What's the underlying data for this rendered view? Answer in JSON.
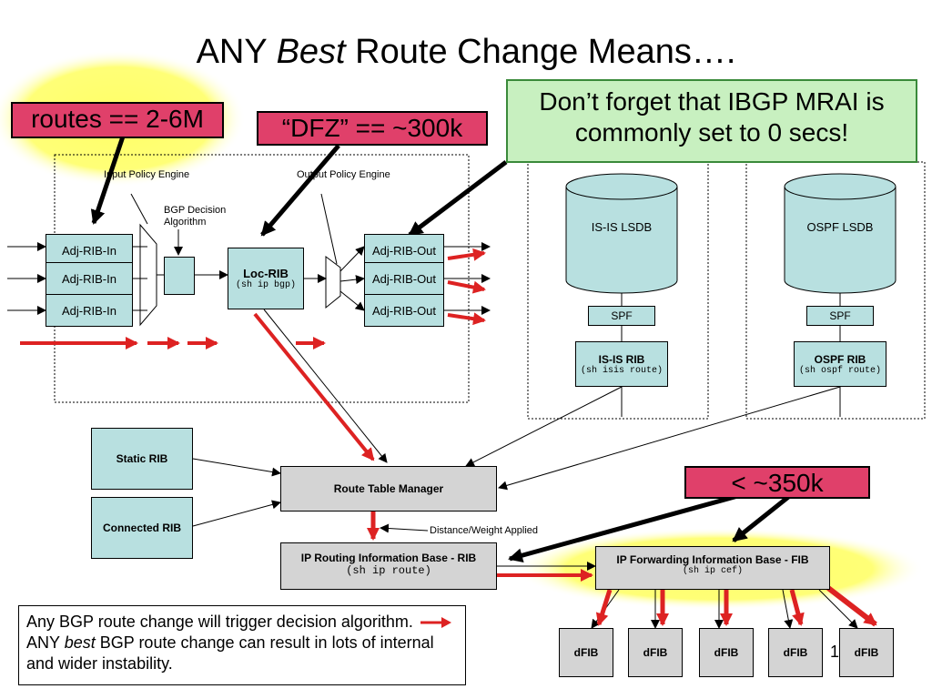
{
  "title": {
    "prefix": "ANY ",
    "emph": "Best",
    "suffix": " Route Change Means…."
  },
  "callouts": {
    "routes": "routes == 2-6M",
    "dfz": "“DFZ” == ~300k",
    "mrai": "Don’t forget that IBGP MRAI is commonly set to 0 secs!",
    "fib_count": "< ~350k"
  },
  "bgp": {
    "input_policy": "Input Policy Engine",
    "output_policy": "Output Policy Engine",
    "decision": "BGP Decision Algorithm",
    "adj_in": [
      "Adj-RIB-In",
      "Adj-RIB-In",
      "Adj-RIB-In"
    ],
    "adj_out": [
      "Adj-RIB-Out",
      "Adj-RIB-Out",
      "Adj-RIB-Out"
    ],
    "loc_rib": "Loc-RIB",
    "loc_rib_cmd": "(sh ip bgp)"
  },
  "isis": {
    "lsdb": "IS-IS LSDB",
    "spf": "SPF",
    "rib": "IS-IS RIB",
    "cmd": "(sh isis route)"
  },
  "ospf": {
    "lsdb": "OSPF LSDB",
    "spf": "SPF",
    "rib": "OSPF RIB",
    "cmd": "(sh ospf route)"
  },
  "static_rib": "Static RIB",
  "connected_rib": "Connected RIB",
  "rtm": "Route Table Manager",
  "distance_label": "Distance/Weight Applied",
  "rib": {
    "label": "IP Routing Information Base - RIB",
    "cmd": "(sh ip route)"
  },
  "fib": {
    "label": "IP Forwarding Information Base - FIB",
    "cmd": "(sh ip cef)"
  },
  "dfibs": [
    "dFIB",
    "dFIB",
    "dFIB",
    "dFIB",
    "dFIB"
  ],
  "page_number": "1",
  "note": {
    "line1": "Any BGP route change will trigger decision algorithm.",
    "any": "ANY",
    "best": "best",
    "rest": "BGP route change can result in lots of internal and wider instability."
  },
  "colors": {
    "callout_red": "#e0406a",
    "callout_green": "#c8f0c0",
    "highlight_yellow": "#ffff66",
    "box_blue": "#b8e0e0",
    "box_gray": "#d4d4d4",
    "arrow_red": "#dd2222"
  }
}
